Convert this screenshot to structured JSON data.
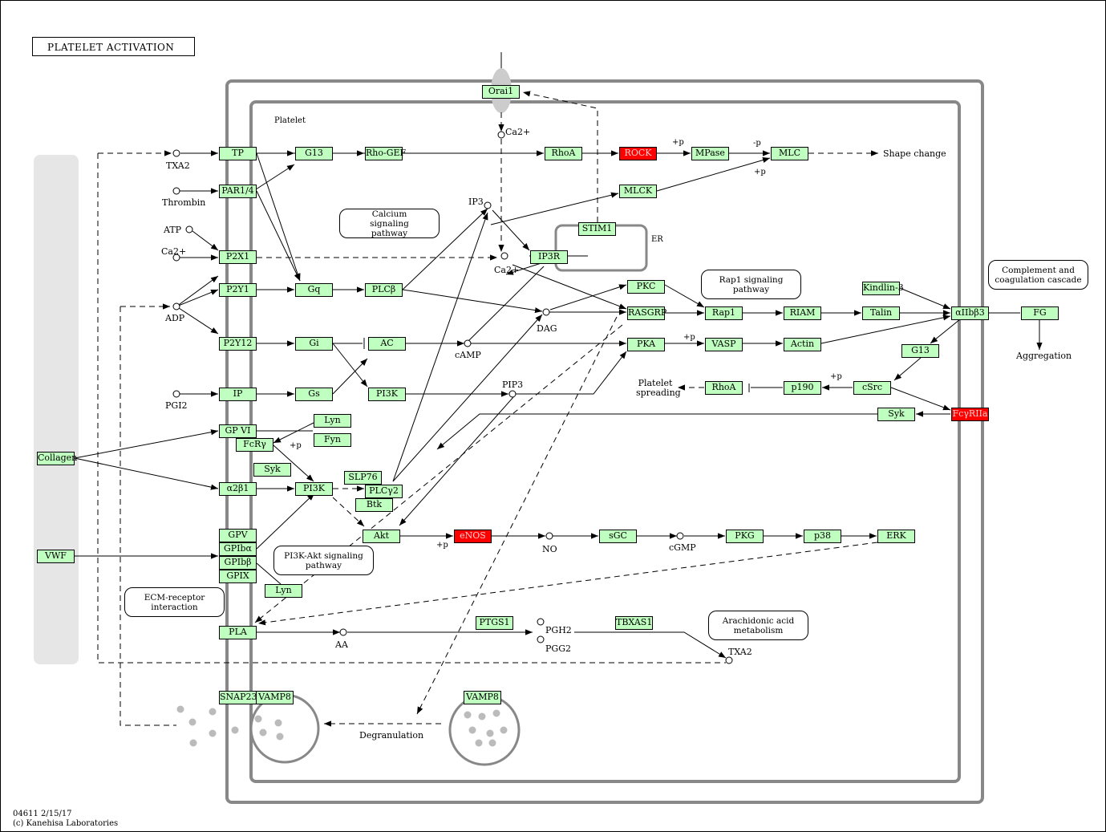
{
  "title": "PLATELET ACTIVATION",
  "footer": {
    "map_id": "04611 2/15/17",
    "copyright": "(c) Kanehisa Laboratories"
  },
  "colors": {
    "gene_box": "#bfffbf",
    "highlight": "#ff0000",
    "membrane": "#888888",
    "ecm": "#e6e6e6"
  },
  "compartments": {
    "platelet": "Platelet",
    "er": "ER"
  },
  "nodes": {
    "orai1": "Orai1",
    "tp": "TP",
    "g13_top": "G13",
    "rhogef": "Rho-GEF",
    "rhoa_top": "RhoA",
    "rock": "ROCK",
    "mpase": "MPase",
    "mlc": "MLC",
    "mlck": "MLCK",
    "par14": "PAR1/4",
    "stim1": "STIM1",
    "p2x1": "P2X1",
    "ip3r": "IP3R",
    "p2y1": "P2Y1",
    "gq": "Gq",
    "plcb": "PLCβ",
    "pkc": "PKC",
    "rasgrp": "RASGRP",
    "rap1": "Rap1",
    "riam": "RIAM",
    "talin": "Talin",
    "kindlin3": "Kindlin-3",
    "aiib3": "αIIbβ3",
    "fg": "FG",
    "p2y12": "P2Y12",
    "gi": "Gi",
    "ac": "AC",
    "pka": "PKA",
    "vasp": "VASP",
    "actin": "Actin",
    "g13_right": "G13",
    "ip": "IP",
    "gs": "Gs",
    "pi3k_mid": "PI3K",
    "rhoa_low": "RhoA",
    "p190": "p190",
    "csrc": "cSrc",
    "syk_right": "Syk",
    "fcgr2a": "FcγRIIa",
    "gpvi": "GP VI",
    "lyn_top": "Lyn",
    "fyn": "Fyn",
    "fcry": "FcRγ",
    "syk_left": "Syk",
    "collagen": "Collagen",
    "a2b1": "α2β1",
    "pi3k_low": "PI3K",
    "slp76": "SLP76",
    "plcg2": "PLCγ2",
    "btk": "Btk",
    "akt": "Akt",
    "enos": "eNOS",
    "sgc": "sGC",
    "pkg": "PKG",
    "p38": "p38",
    "erk": "ERK",
    "gpv": "GPV",
    "gpiba": "GPIbα",
    "gpibb": "GPIbβ",
    "gpix": "GPIX",
    "vwf": "VWF",
    "lyn_low": "Lyn",
    "pla": "PLA",
    "ptgs1": "PTGS1",
    "tbxas1": "TBXAS1",
    "snap23": "SNAP23",
    "vamp8_left": "VAMP8",
    "vamp8_right": "VAMP8"
  },
  "pathways": {
    "calcium": "Calcium signaling pathway",
    "rap1": "Rap1 signaling pathway",
    "complement": "Complement and coagulation cascade",
    "pi3k_akt": "PI3K-Akt signaling pathway",
    "ecm": "ECM-receptor interaction",
    "arachidonic": "Arachidonic acid metabolism"
  },
  "compounds": {
    "txa2_top": "TXA2",
    "thrombin": "Thrombin",
    "atp": "ATP",
    "ca_left": "Ca2+",
    "adp": "ADP",
    "pgi2": "PGI2",
    "ca_top": "Ca2+",
    "ip3": "IP3",
    "ca_mid": "Ca2+",
    "dag": "DAG",
    "camp": "cAMP",
    "pip3": "PIP3",
    "no": "NO",
    "cgmp": "cGMP",
    "aa": "AA",
    "pgh2": "PGH2",
    "pgg2": "PGG2",
    "txa2_low": "TXA2"
  },
  "labels": {
    "shape_change": "Shape change",
    "aggregation": "Aggregation",
    "platelet_spreading": "Platelet spreading",
    "degranulation": "Degranulation"
  },
  "modifiers": {
    "plus_p": "+p",
    "minus_p": "-p"
  }
}
